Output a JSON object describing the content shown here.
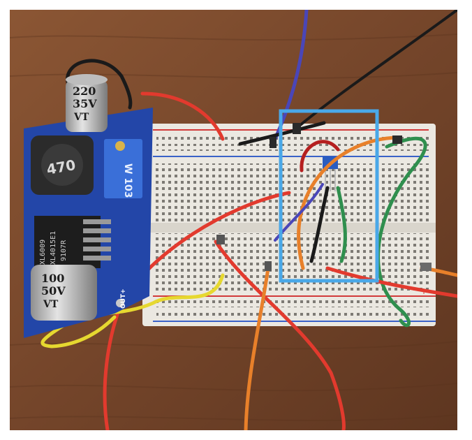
{
  "photo": {
    "description_free": true,
    "colors": {
      "table_wood": "#7a4a2e",
      "breadboard": "#ebe8e1",
      "pcb_blue": "#2346a8",
      "highlight_box": "#4aa8e8",
      "wire_red": "#e23a2e",
      "wire_orange": "#e8802a",
      "wire_yellow": "#e6d830",
      "wire_green": "#2f8f4e",
      "wire_black": "#1a1a1a",
      "wire_purple": "#4a46b8"
    }
  },
  "module": {
    "cap_top_lines": [
      "220",
      "35V",
      "VT"
    ],
    "cap_bottom_lines": [
      "100",
      "50V",
      "VT"
    ],
    "inductor_label": "470",
    "chip_lines": [
      "XL6009",
      "XL4015E1",
      "9107R"
    ],
    "trimmer_label": "W 103",
    "pad_label": "OUT+"
  },
  "breadboard": {
    "plus_marker": "+"
  }
}
